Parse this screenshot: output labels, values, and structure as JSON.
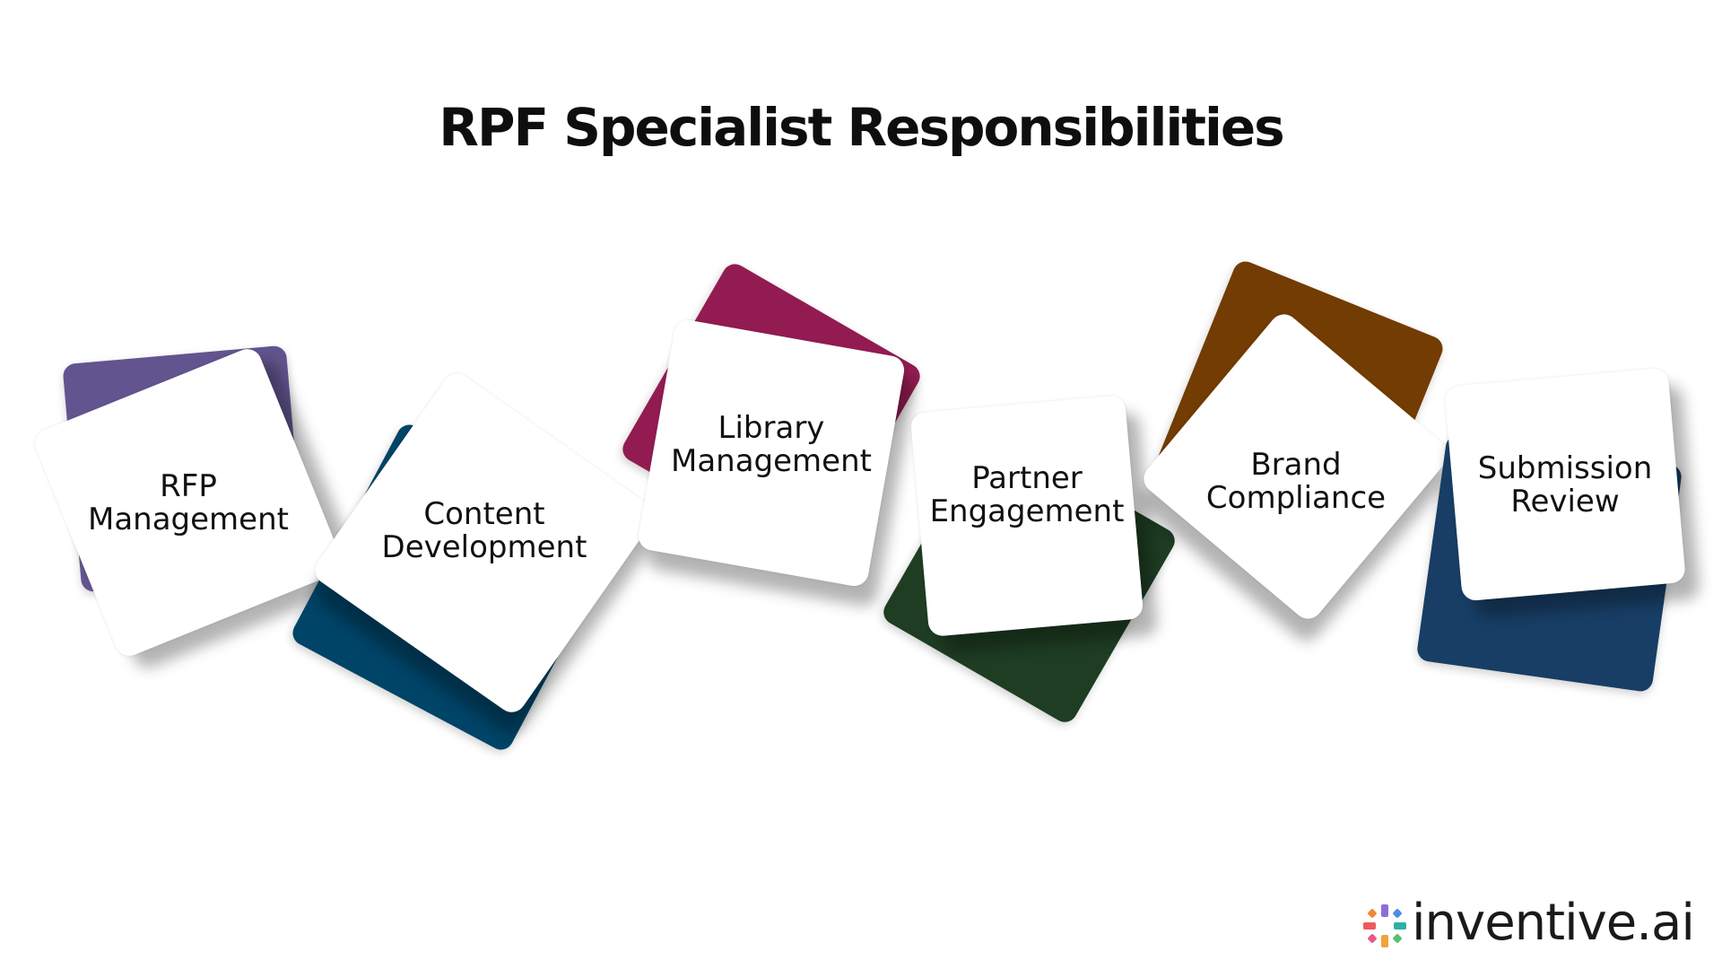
{
  "title": "RPF Specialist Responsibilities",
  "items": [
    {
      "lines": [
        "RFP",
        "Management"
      ],
      "color": "#62558f"
    },
    {
      "lines": [
        "Content",
        "Development"
      ],
      "color": "#004468"
    },
    {
      "lines": [
        "Library",
        "Management"
      ],
      "color": "#921c52"
    },
    {
      "lines": [
        "Partner",
        "Engagement"
      ],
      "color": "#1e3d23"
    },
    {
      "lines": [
        "Brand",
        "Compliance"
      ],
      "color": "#723c02"
    },
    {
      "lines": [
        "Submission",
        "Review"
      ],
      "color": "#183e65"
    }
  ],
  "logo": {
    "text": "inventive.ai",
    "icon": "sparkle-logo-icon"
  }
}
